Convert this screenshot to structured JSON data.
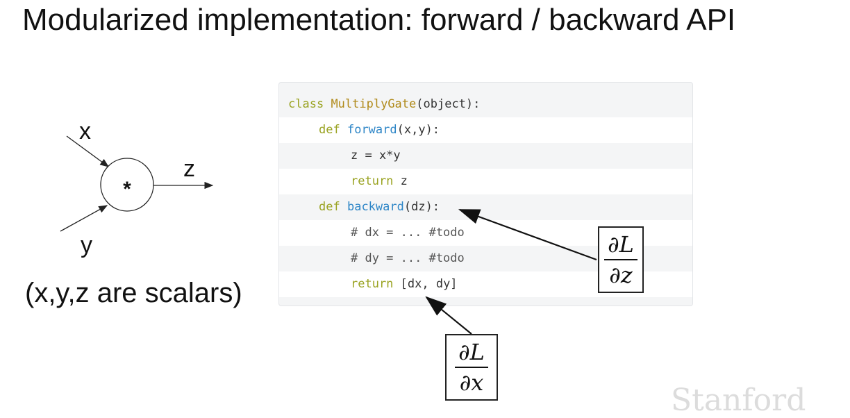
{
  "title": "Modularized implementation: forward / backward API",
  "gate": {
    "input_x": "x",
    "input_y": "y",
    "output_z": "z",
    "operator": "*",
    "caption": "(x,y,z are scalars)"
  },
  "code": {
    "line1": {
      "kw": "class",
      "name": "MultiplyGate",
      "rest": "(object):"
    },
    "line2": {
      "kw": "def",
      "name": "forward",
      "rest": "(x,y):"
    },
    "line3": {
      "text": "z = x*y"
    },
    "line4": {
      "kw": "return",
      "rest": " z"
    },
    "line5": {
      "kw": "def",
      "name": "backward",
      "rest": "(dz):"
    },
    "line6": {
      "text": "# dx = ... #todo"
    },
    "line7": {
      "text": "# dy = ... #todo"
    },
    "line8": {
      "kw": "return",
      "rest": " [dx, dy]"
    }
  },
  "annotations": {
    "dL_dz": {
      "numerator": "∂L",
      "denominator": "∂z"
    },
    "dL_dx": {
      "numerator": "∂L",
      "denominator": "∂x"
    }
  },
  "watermark": "Stanford",
  "colors": {
    "keyword": "#9aa322",
    "class_name": "#b08a1a",
    "function_name": "#2e86c7",
    "code_background": "#f4f5f6"
  }
}
